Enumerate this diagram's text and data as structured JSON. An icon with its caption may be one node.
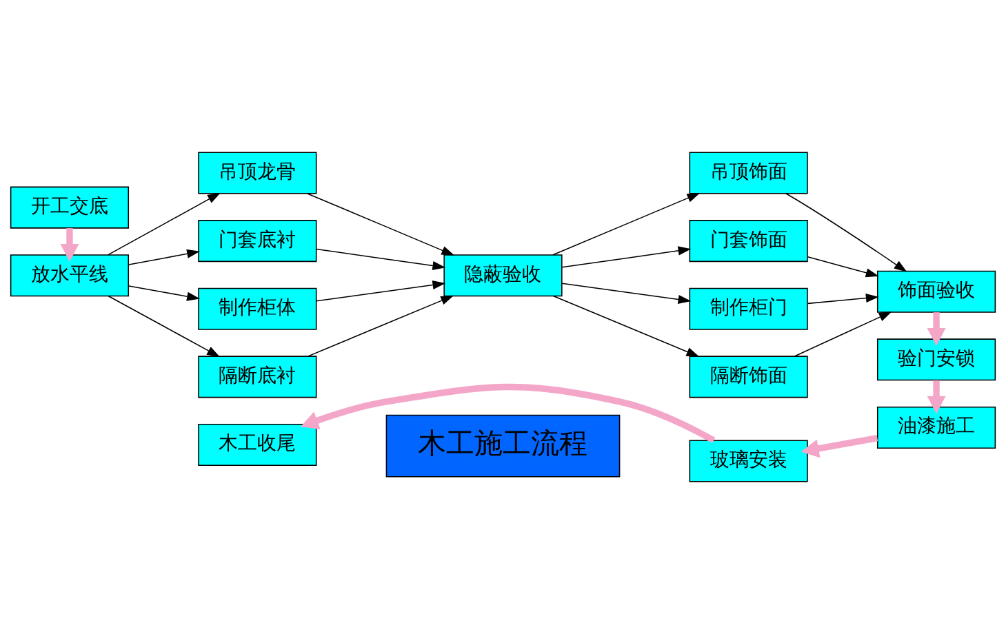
{
  "diagram": {
    "nodes": [
      {
        "text": [
          "木工施工流程"
        ]
      },
      {
        "text": [
          "开工交底"
        ]
      },
      {
        "text": [
          "放水平线"
        ]
      },
      {
        "text": [
          "吊顶龙骨"
        ]
      },
      {
        "text": [
          "门套底衬"
        ]
      },
      {
        "text": [
          "制作柜体"
        ]
      },
      {
        "text": [
          "隔断底衬"
        ]
      },
      {
        "text": [
          "隐蔽验收"
        ]
      },
      {
        "text": [
          "吊顶饰面"
        ]
      },
      {
        "text": [
          "门套饰面"
        ]
      },
      {
        "text": [
          "制作柜门"
        ]
      },
      {
        "text": [
          "隔断饰面"
        ]
      },
      {
        "text": [
          "饰面验收"
        ]
      },
      {
        "text": [
          "验门安锁"
        ]
      },
      {
        "text": [
          "油漆施工"
        ]
      },
      {
        "text": [
          "玻璃安装"
        ]
      },
      {
        "text": [
          "木工收尾"
        ]
      }
    ],
    "edges": [
      {
        "from": 1,
        "to": 2,
        "arrow": "to",
        "style": "thick",
        "color": "#f4a6c8"
      },
      {
        "from": 2,
        "to": 3,
        "arrow": "to"
      },
      {
        "from": 2,
        "to": 4,
        "arrow": "to"
      },
      {
        "from": 2,
        "to": 5,
        "arrow": "to"
      },
      {
        "from": 2,
        "to": 6,
        "arrow": "to"
      },
      {
        "from": 3,
        "to": 7,
        "arrow": "to"
      },
      {
        "from": 4,
        "to": 7,
        "arrow": "to"
      },
      {
        "from": 5,
        "to": 7,
        "arrow": "to"
      },
      {
        "from": 6,
        "to": 7,
        "arrow": "to"
      },
      {
        "from": 7,
        "to": 8,
        "arrow": "to"
      },
      {
        "from": 7,
        "to": 9,
        "arrow": "to"
      },
      {
        "from": 7,
        "to": 10,
        "arrow": "to"
      },
      {
        "from": 7,
        "to": 11,
        "arrow": "to"
      },
      {
        "from": 8,
        "to": 12,
        "arrow": "to"
      },
      {
        "from": 9,
        "to": 12,
        "arrow": "to"
      },
      {
        "from": 10,
        "to": 12,
        "arrow": "to"
      },
      {
        "from": 11,
        "to": 12,
        "arrow": "to"
      },
      {
        "from": 12,
        "to": 13,
        "arrow": "to",
        "style": "thick",
        "color": "#f4a6c8"
      },
      {
        "from": 13,
        "to": 14,
        "arrow": "to",
        "style": "thick",
        "color": "#f4a6c8"
      },
      {
        "from": 14,
        "to": 15,
        "arrow": "to",
        "style": "thick",
        "color": "#f4a6c8"
      },
      {
        "from": 15,
        "to": 16,
        "arrow": "to",
        "style": "thick",
        "color": "#f4a6c8"
      }
    ]
  }
}
